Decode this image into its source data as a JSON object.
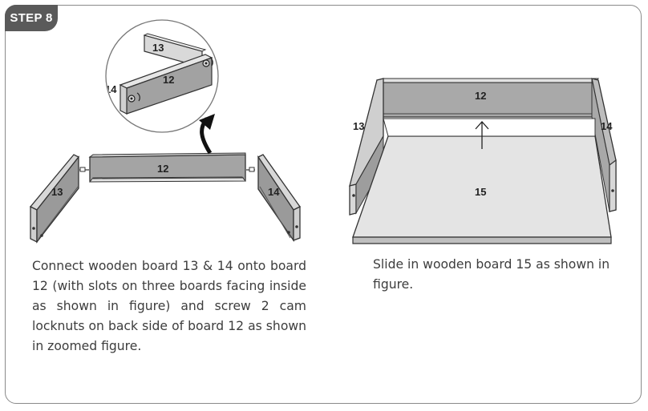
{
  "step": {
    "label": "STEP 8"
  },
  "left_figure": {
    "board_labels": {
      "b12": "12",
      "b13": "13",
      "b14": "14"
    },
    "zoom_labels": {
      "b12": "12",
      "b13": "13",
      "b14": "14"
    }
  },
  "right_figure": {
    "board_labels": {
      "b12": "12",
      "b13": "13",
      "b14": "14",
      "b15": "15"
    }
  },
  "instructions": {
    "left": "Connect wooden board 13 & 14 onto board 12 (with slots on three boards facing inside as shown in figure) and screw 2 cam locknuts on back side of board 12 as shown in zoomed figure.",
    "right": "Slide in wooden board 15 as shown in figure."
  }
}
